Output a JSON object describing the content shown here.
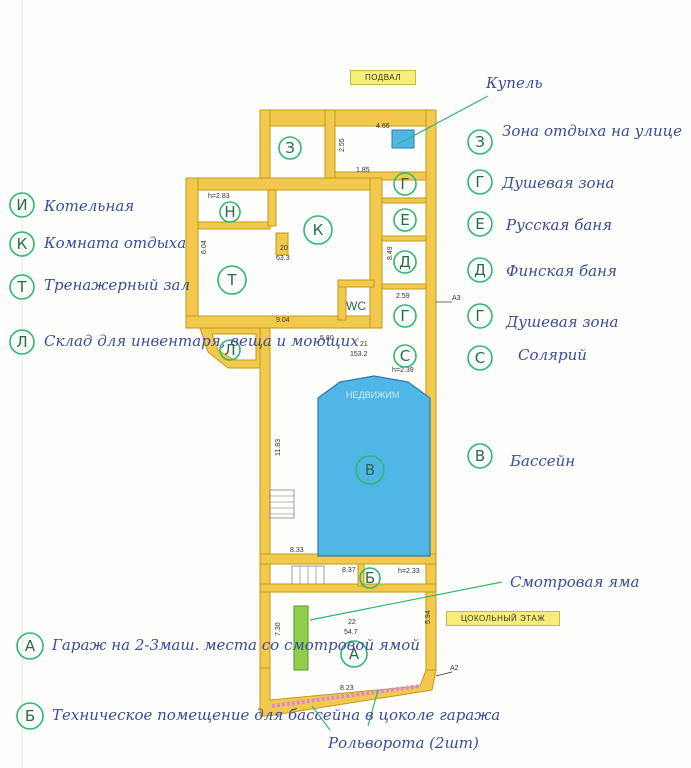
{
  "labels": {
    "basement": "ПОДВАЛ",
    "ground_floor": "ЦОКОЛЬНЫЙ ЭТАЖ",
    "a3": "А3",
    "a2": "А2",
    "plunge_pool": "Купель",
    "inspection_pit": "Смотровая яма",
    "roller_doors": "Рольворота (2шт)",
    "watermark": "НЕДВИЖИМ"
  },
  "room_tags": {
    "Z": "З",
    "G1": "Г",
    "E": "Е",
    "D": "Д",
    "G2": "Г",
    "S": "С",
    "N": "Н",
    "K": "К",
    "T": "Т",
    "WC": "WC",
    "L": "Л",
    "V": "В",
    "B": "Б",
    "A": "А"
  },
  "dimensions": {
    "d466": "4.66",
    "d255": "2.55",
    "d185": "1.85",
    "d283": "h=2.83",
    "d849": "8.49",
    "d259": "2.59",
    "d604": "6.04",
    "d904": "9.04",
    "d580": "5.80",
    "d20": "20",
    "d633": "63.3",
    "d21": "21",
    "d1532": "153.2",
    "d239": "h=2.39",
    "d1183": "11.83",
    "d833": "8.33",
    "d837": "8.37",
    "d233": "h=2.33",
    "d730": "7.30",
    "d22": "22",
    "d547": "54.7",
    "d594": "5.94",
    "d823": "8.23"
  },
  "legend_right": [
    {
      "tag": "З",
      "text": "Зона отдыха на улице"
    },
    {
      "tag": "Г",
      "text": "Душевая зона"
    },
    {
      "tag": "Е",
      "text": "Русская баня"
    },
    {
      "tag": "Д",
      "text": "Финская баня"
    },
    {
      "tag": "Г",
      "text": "Душевая зона"
    },
    {
      "tag": "С",
      "text": "Солярий"
    },
    {
      "tag": "В",
      "text": "Бассейн"
    }
  ],
  "legend_left": [
    {
      "tag": "И",
      "text": "Котельная"
    },
    {
      "tag": "К",
      "text": "Комната отдыха"
    },
    {
      "tag": "Т",
      "text": "Тренажерный зал"
    },
    {
      "tag": "Л",
      "text": "Склад для инвентаря, веща и моющих"
    }
  ],
  "legend_bottom": [
    {
      "tag": "А",
      "text": "Гараж на 2-3маш. места со смотровой ямой"
    },
    {
      "tag": "Б",
      "text": "Техническое помещение для бассейна в цоколе гаража"
    }
  ],
  "colors": {
    "wall": "#f2c94c",
    "wall_edge": "#c39a1a",
    "pool": "#4fb6e6",
    "circle": "#2fb873",
    "ink": "#2d3f9a",
    "pit": "#8fcf4c"
  }
}
